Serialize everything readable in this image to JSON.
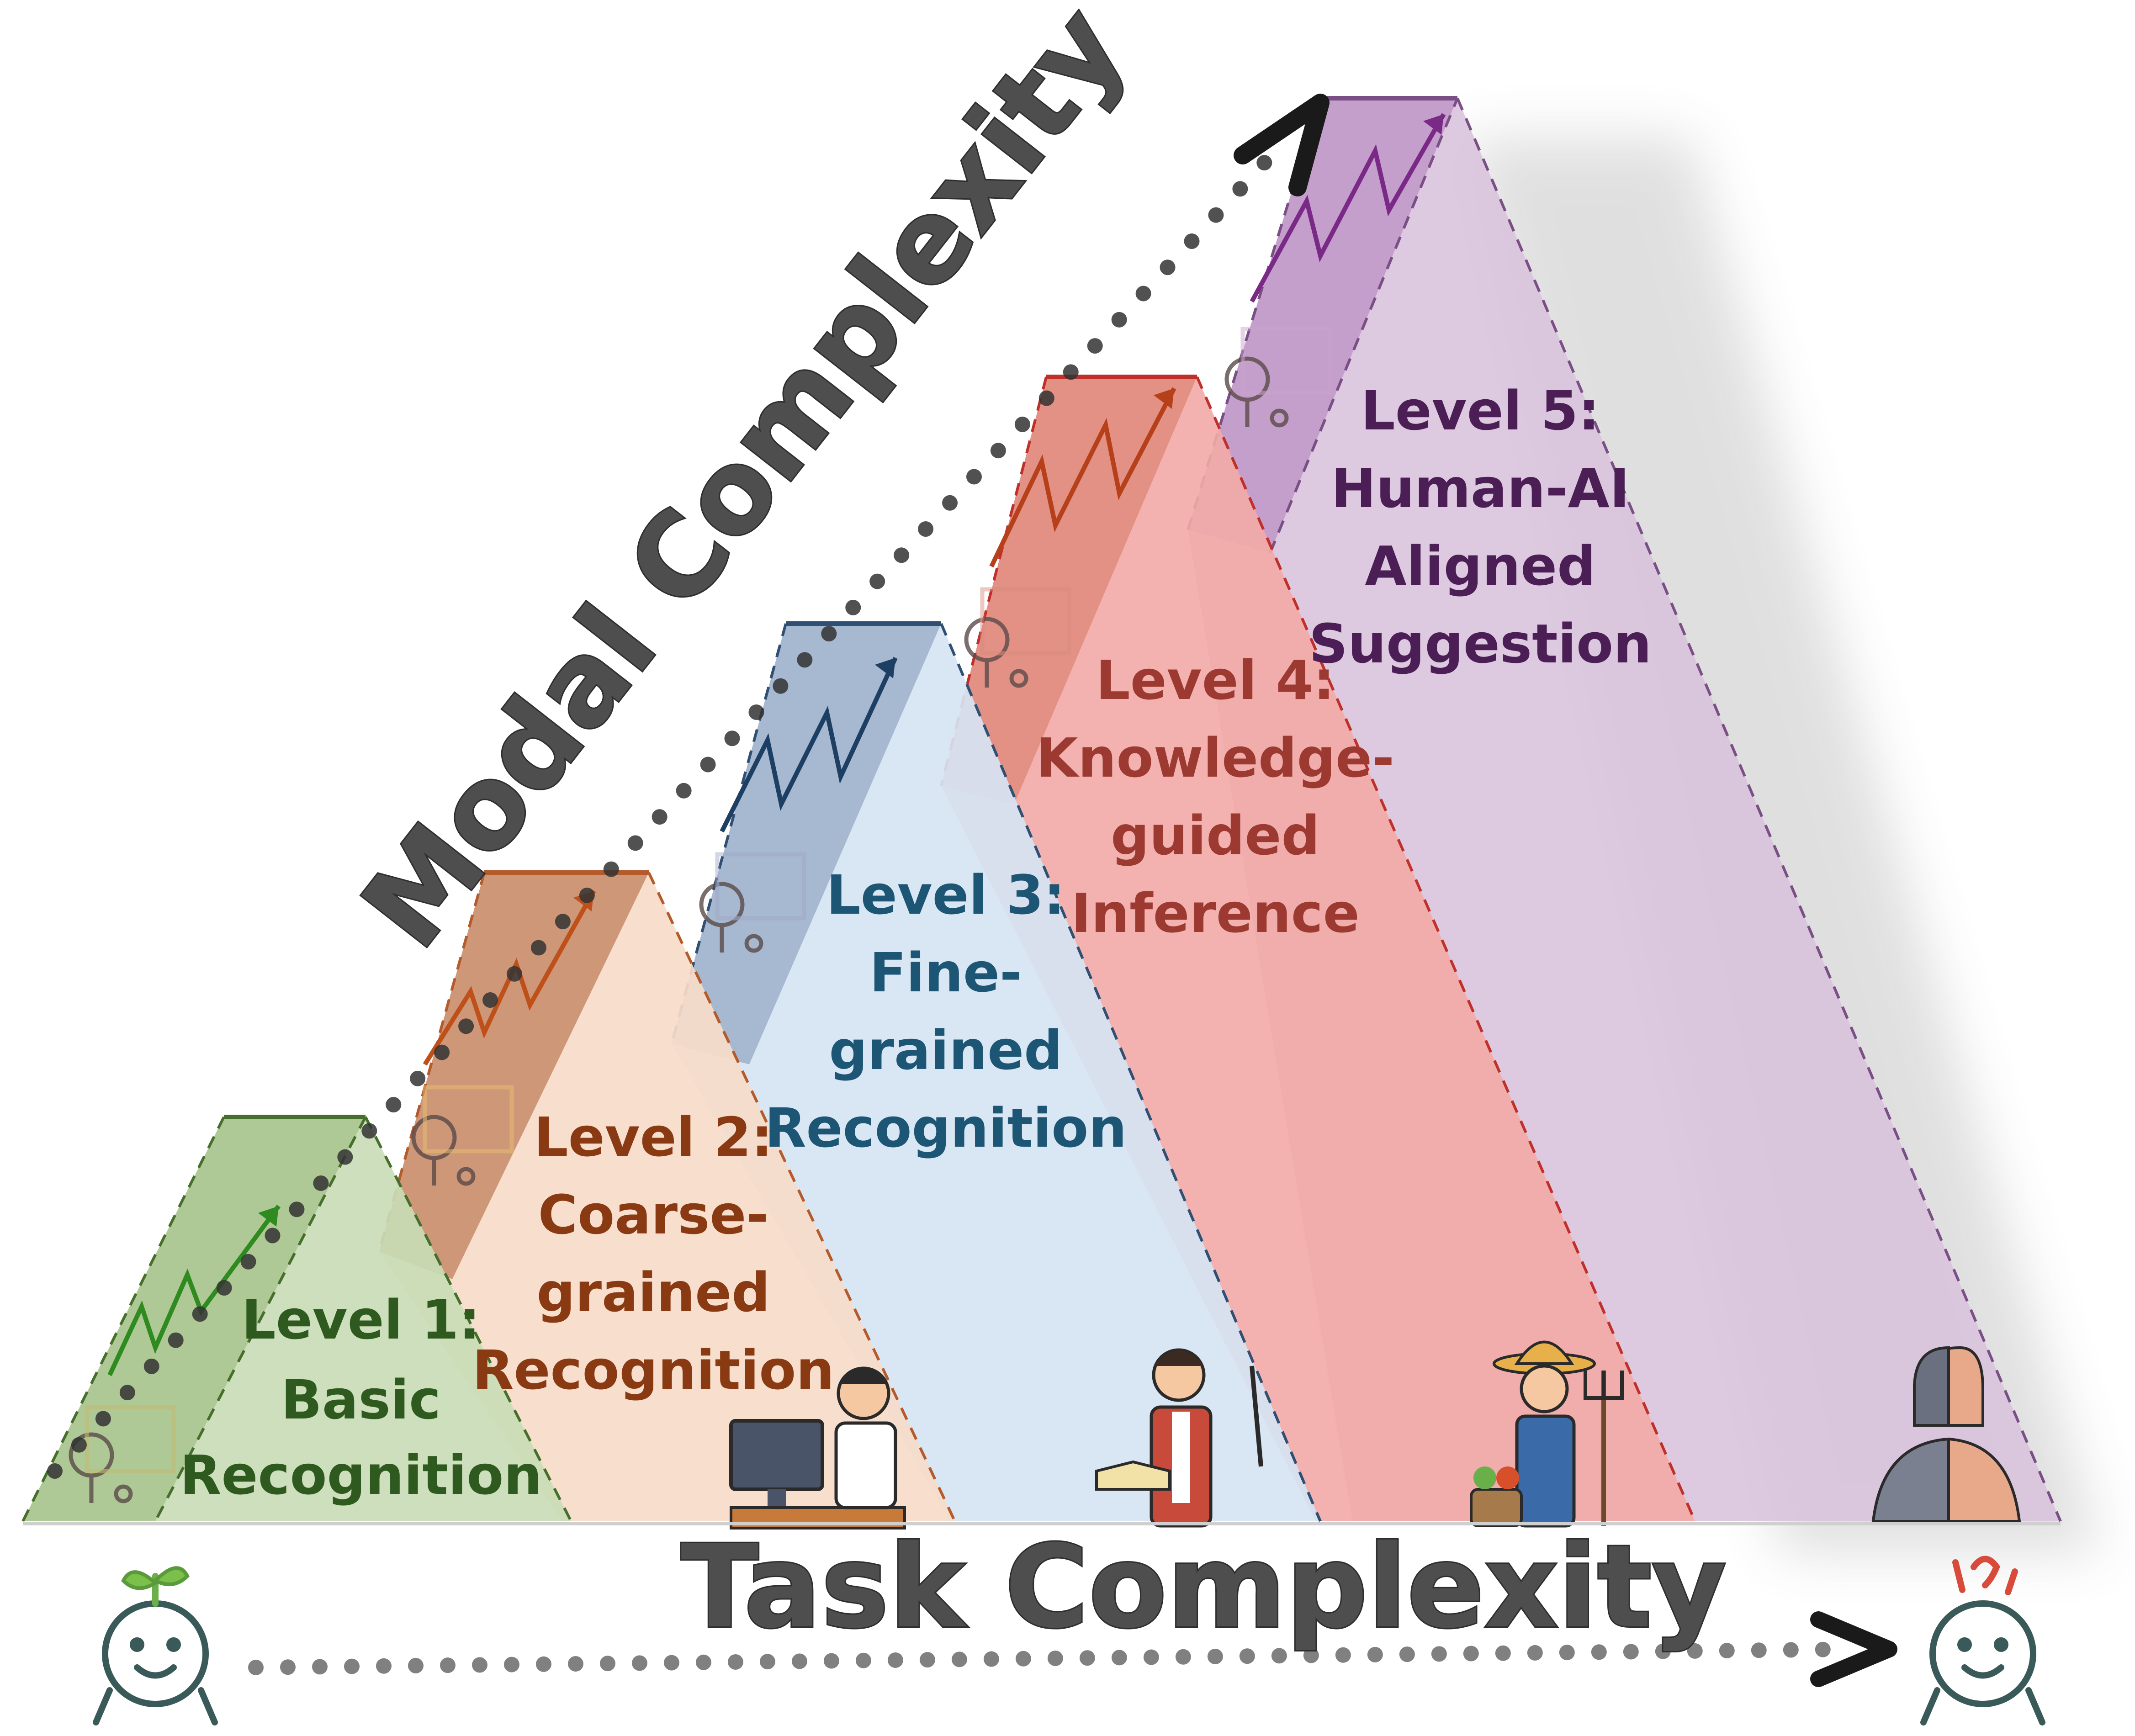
{
  "axes": {
    "modal_label": "Modal Complexity",
    "task_label": "Task Complexity"
  },
  "levels": [
    {
      "line1": "Level 1:",
      "line2": "Basic",
      "line3": "Recognition",
      "line4": "",
      "color": "#2f5a1f",
      "fill": "#c9dcb6",
      "top_fill": "#a7c48c",
      "edge": "#466f2c",
      "person": "none"
    },
    {
      "line1": "Level 2:",
      "line2": "Coarse-",
      "line3": "grained",
      "line4": "Recognition",
      "color": "#8a3a12",
      "fill": "#f7dcc9",
      "top_fill": "#c98e6c",
      "edge": "#b55a2a",
      "person": "office-worker"
    },
    {
      "line1": "Level 3:",
      "line2": "Fine-",
      "line3": "grained",
      "line4": "Recognition",
      "color": "#1d5574",
      "fill": "#d6e4f3",
      "top_fill": "#9fb3cc",
      "edge": "#2f4f73",
      "person": "teacher"
    },
    {
      "line1": "Level 4:",
      "line2": "Knowledge-",
      "line3": "guided",
      "line4": "Inference",
      "color": "#9c3a32",
      "fill": "#f2aaa6",
      "top_fill": "#e08478",
      "edge": "#c0302a",
      "person": "farmer"
    },
    {
      "line1": "Level 5:",
      "line2": "Human-AI",
      "line3": "Aligned",
      "line4": "Suggestion",
      "color": "#4b1e55",
      "fill": "#d8c2dc",
      "top_fill": "#bb8ec3",
      "edge": "#7a4f86",
      "person": "robot-human"
    }
  ]
}
